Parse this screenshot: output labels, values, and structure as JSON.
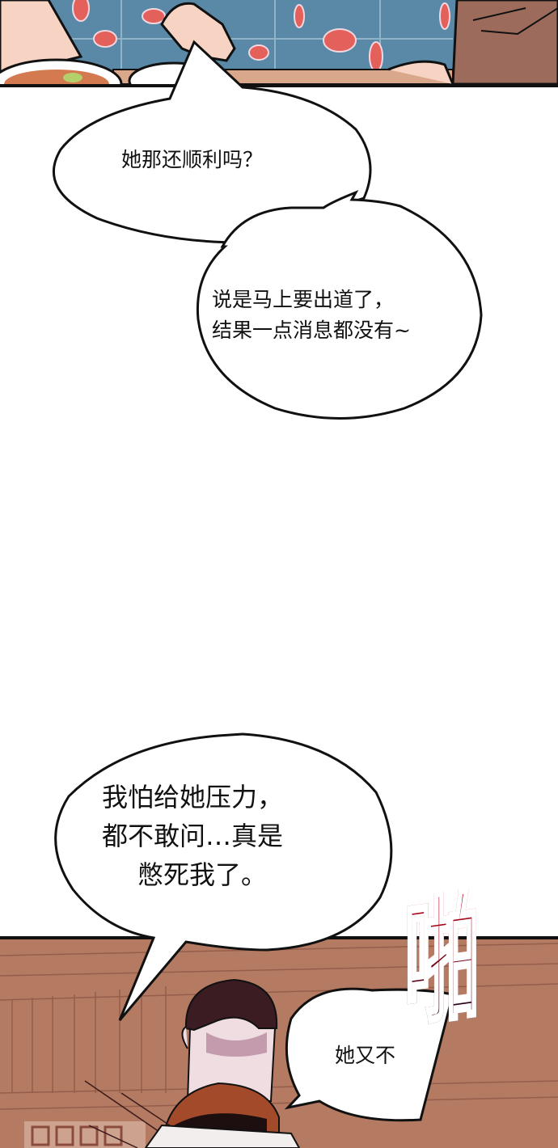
{
  "comic": {
    "panels": [
      {
        "id": "top",
        "description": "Close-up of hand reaching for bowl; blue patterned shirt with red watermelon slices"
      },
      {
        "id": "bottom",
        "description": "Restaurant interior, wooden walls; dark-haired man behind red-haired man"
      }
    ],
    "bubbles": [
      {
        "id": "bubble-1",
        "text": "她那还顺利吗？"
      },
      {
        "id": "bubble-2",
        "lines": [
          "说是马上要出道了，",
          "结果一点消息都没有~"
        ]
      },
      {
        "id": "bubble-3",
        "lines": [
          "我怕给她压力，",
          "都不敢问…真是",
          "憋死我了。"
        ]
      },
      {
        "id": "bubble-4",
        "text": "她又不"
      }
    ],
    "sound_effect": {
      "text": "啪",
      "colors": {
        "top": "#c4001a",
        "bottom": "#0b0a20",
        "outline": "#ffffff"
      }
    }
  },
  "colors": {
    "shirt_blue": "#5a89a8",
    "watermelon_red": "#e4605a",
    "wall_brown": "#b98066",
    "outline": "#111111"
  }
}
